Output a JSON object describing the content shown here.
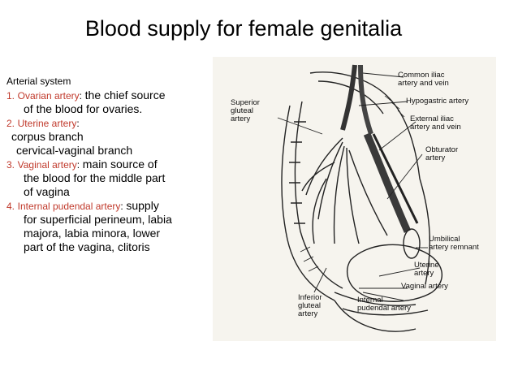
{
  "title": "Blood supply for female genitalia",
  "left_panel": {
    "heading": "Arterial system",
    "items": [
      {
        "number": "1.",
        "name": "Ovarian artery",
        "colon": ":",
        "lines": [
          "the chief source",
          "of the blood for ovaries."
        ]
      },
      {
        "number": "2.",
        "name": "Uterine artery",
        "colon": ":",
        "sub": [
          "corpus branch",
          "cervical-vaginal branch"
        ]
      },
      {
        "number": "3.",
        "name": "Vaginal artery",
        "colon": ":",
        "lines": [
          "main source of",
          "the blood for the middle part",
          "of vagina"
        ]
      },
      {
        "number": "4.",
        "name": "Internal pudendal artery",
        "colon": ":",
        "lines": [
          "supply",
          "for superficial perineum, labia",
          "majora, labia minora, lower",
          "part of the vagina, clitoris"
        ]
      }
    ]
  },
  "figure": {
    "labels": {
      "superior_gluteal": [
        "Superior",
        "gluteal",
        "artery"
      ],
      "common_iliac": [
        "Common iliac",
        "artery and vein"
      ],
      "hypogastric": [
        "Hypogastric artery"
      ],
      "external_iliac": [
        "External iliac",
        "artery and vein"
      ],
      "obturator": [
        "Obturator",
        "artery"
      ],
      "umbilical": [
        "Umbilical",
        "artery remnant"
      ],
      "uterine": [
        "Uterine",
        "artery"
      ],
      "vaginal": [
        "Vaginal artery"
      ],
      "inferior_gluteal": [
        "Inferior",
        "gluteal",
        "artery"
      ],
      "internal_pudendal": [
        "Internal",
        "pudendal artery"
      ]
    }
  }
}
